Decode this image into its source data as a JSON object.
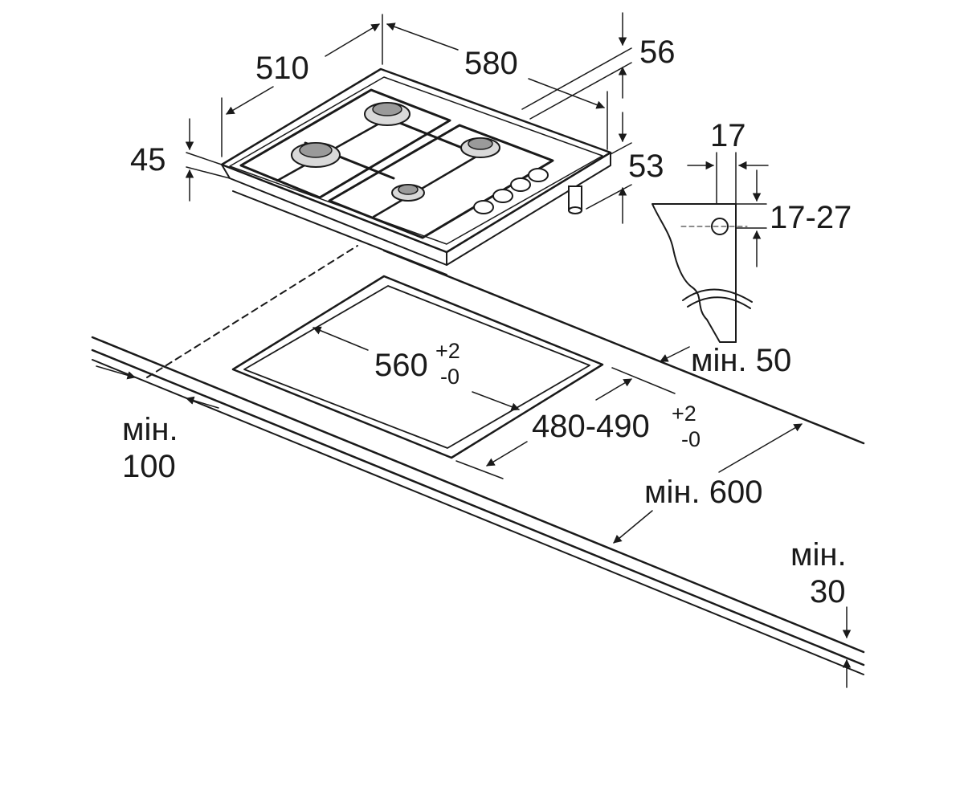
{
  "hob_dimensions": {
    "width_label": "510",
    "depth_label": "580",
    "height_label": "45",
    "right_top_label": "56",
    "right_side_label": "53"
  },
  "bracket_dimensions": {
    "width_label": "17",
    "worktop_thickness_label": "17-27"
  },
  "cutout_dimensions": {
    "width_label": "560",
    "width_tol_plus": "+2",
    "width_tol_minus": "-0",
    "depth_label": "480-490",
    "depth_tol_plus": "+2",
    "depth_tol_minus": "-0"
  },
  "clearances": {
    "back_label": "мін. 50",
    "side_label_line1": "мін.",
    "side_label_line2": "100",
    "worktop_depth_label": "мін. 600",
    "front_label_line1": "мін.",
    "front_label_line2": "30"
  }
}
